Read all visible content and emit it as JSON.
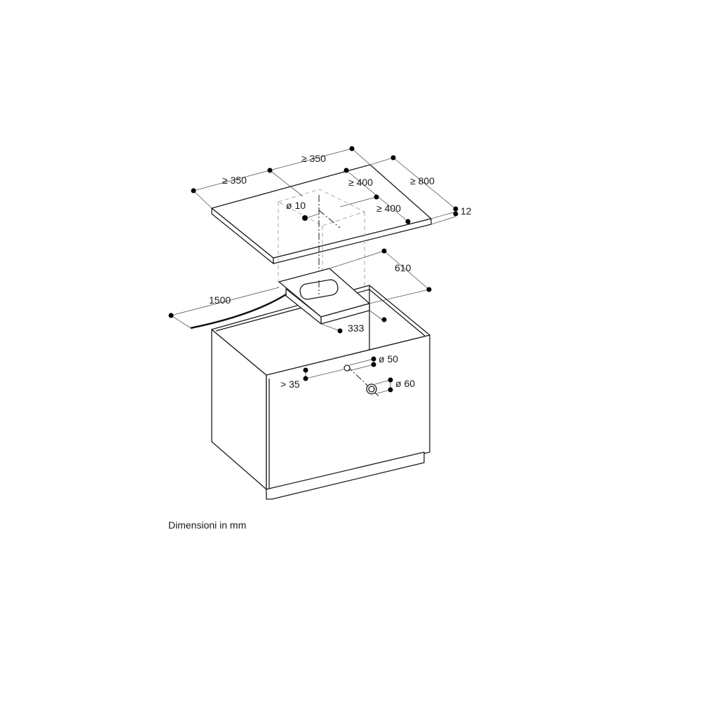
{
  "caption": "Dimensioni in mm",
  "dimensions": {
    "worktop_left_margin": "≥ 350",
    "worktop_rear_margin": "≥ 350",
    "hole_to_front": "≥ 400",
    "hole_to_side": "≥ 400",
    "worktop_depth": "≥ 800",
    "worktop_thickness": "12",
    "hole_diameter": "ø 10",
    "appliance_depth": "610",
    "cable_length": "1500",
    "appliance_width": "333",
    "drain_diameter": "ø 50",
    "drain_height": "> 35",
    "water_connection_diameter": "ø 60"
  },
  "colors": {
    "line": "#1a1a1a",
    "background": "#ffffff",
    "dimension_line": "#555555",
    "hidden_line": "#aaaaaa"
  }
}
